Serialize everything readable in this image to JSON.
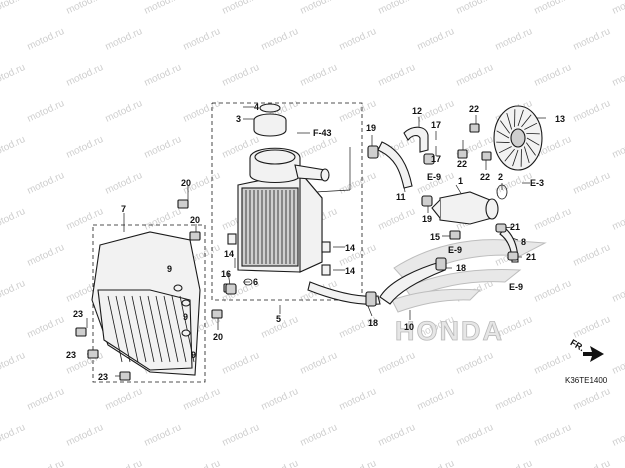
{
  "watermark": "motod.ru",
  "brand_logo_text": "HONDA",
  "diagram_code": "K36TE1400",
  "direction_label": "FR.",
  "refs": {
    "f43": "F-43",
    "e9a": "E-9",
    "e9b": "E-9",
    "e9c": "E-9",
    "e3": "E-3"
  },
  "callouts": {
    "c1": "1",
    "c2": "2",
    "c3": "3",
    "c4": "4",
    "c5": "5",
    "c6": "6",
    "c7": "7",
    "c8": "8",
    "c9a": "9",
    "c9b": "9",
    "c9c": "9",
    "c10": "10",
    "c11": "11",
    "c12": "12",
    "c13": "13",
    "c14a": "14",
    "c14b": "14",
    "c14c": "14",
    "c15": "15",
    "c16": "16",
    "c17a": "17",
    "c17b": "17",
    "c18a": "18",
    "c18b": "18",
    "c19a": "19",
    "c19b": "19",
    "c20a": "20",
    "c20b": "20",
    "c20c": "20",
    "c21a": "21",
    "c21b": "21",
    "c22a": "22",
    "c22b": "22",
    "c22c": "22",
    "c23a": "23",
    "c23b": "23",
    "c23c": "23"
  }
}
